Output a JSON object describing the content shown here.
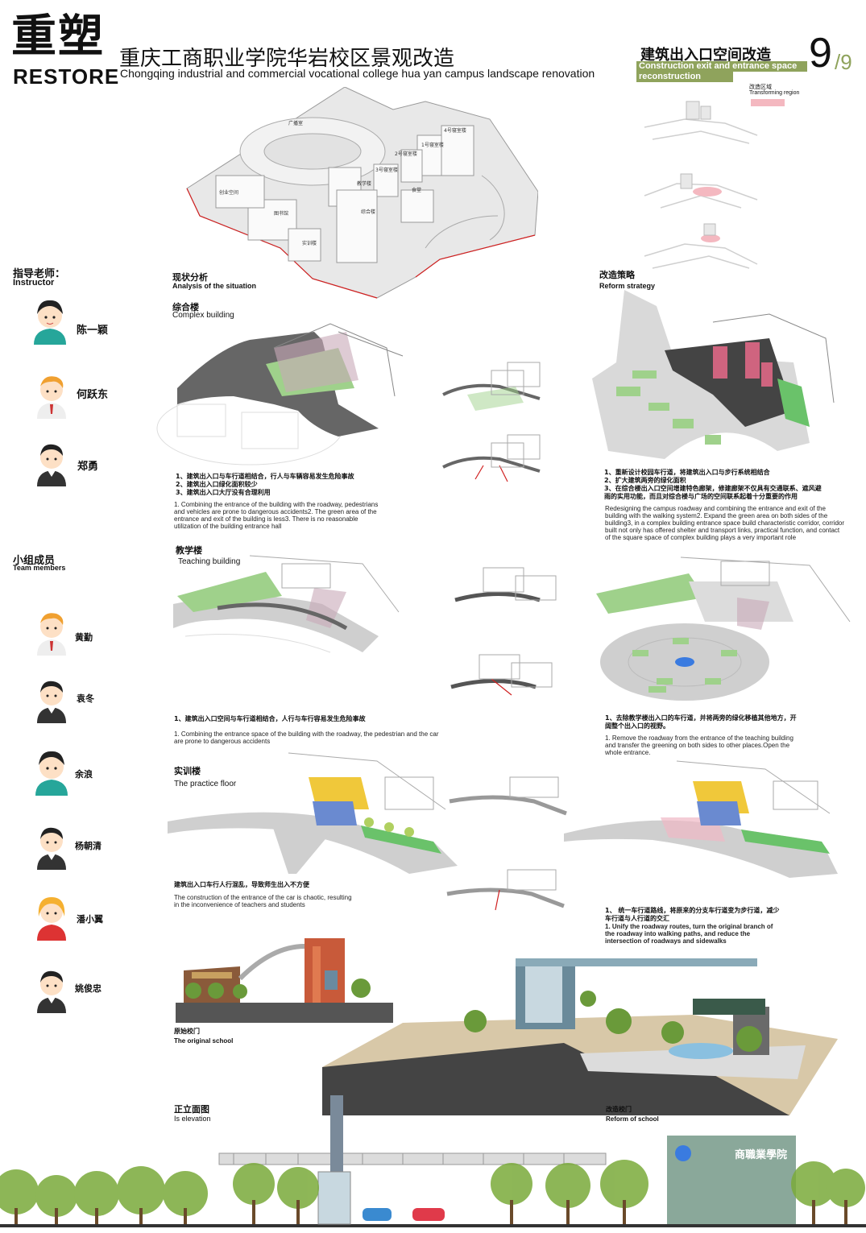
{
  "header": {
    "title_big": "重塑",
    "restore": "RESTORE",
    "project_cn": "重庆工商职业学院华岩校区景观改造",
    "project_en": "Chongqing industrial and commercial vocational college hua yan campus landscape renovation",
    "section_cn": "建筑出入口空间改造",
    "section_en_line1": "Construction exit and entrance space",
    "section_en_line2": "reconstruction",
    "page_num": "9",
    "page_total": "/9"
  },
  "legend": {
    "title": "改造区域",
    "label": "Transforming region",
    "swatch_color": "#f4b8c0"
  },
  "site_plan": {
    "labels": [
      "广播室",
      "4号寝室楼",
      "1号寝室楼",
      "2号寝室楼",
      "3号寝室楼",
      "教学楼",
      "食堂",
      "创业空间",
      "图书馆",
      "综合楼",
      "实训楼"
    ]
  },
  "instructors": {
    "heading_cn": "指导老师：",
    "heading_en": "Instructor",
    "names": [
      "陈一颖",
      "何跃东",
      "郑勇"
    ]
  },
  "members": {
    "heading_cn": "小组成员",
    "heading_en": "Team members",
    "names": [
      "黄勤",
      "袁冬",
      "余浪",
      "杨朝清",
      "潘小翼",
      "姚俊忠"
    ]
  },
  "analysis": {
    "heading_cn": "现状分析",
    "heading_en": "Analysis of the situation"
  },
  "strategy": {
    "heading_cn": "改造策略",
    "heading_en": "Reform strategy"
  },
  "complex": {
    "title_cn": "综合楼",
    "title_en": "Complex building",
    "problems_cn": [
      "1、建筑出入口与车行道相结合，行人与车辆容易发生危险事故",
      "2、建筑出入口绿化面积较少",
      "3、建筑出入口大厅没有合理利用"
    ],
    "problems_en": "1. Combining the entrance of the building with the roadway, pedestrians and vehicles are prone to dangerous accidents2. The green area of the entrance and exit of the building is less3. There is no reasonable utilization of the building entrance hall",
    "strategy_cn": [
      "1、重新设计校园车行道，将建筑出入口与步行系统相结合",
      "2、扩大建筑两旁的绿化面积",
      "3、在综合楼出入口空间增建特色廊架，修建廊架不仅具有交通联系、遮风避雨的实用功能，而且对综合楼与广场的空间联系起着十分重要的作用"
    ],
    "strategy_en": "Redesigning the campus roadway and combining the entrance and exit of the building with the walking system2. Expand the green area on both sides of the building3, in a complex building entrance space build characteristic corridor, corridor built not only has offered shelter and transport links, practical function, and contact of the square space of complex building plays a very important role"
  },
  "teaching": {
    "title_cn": "教学楼",
    "title_en": "Teaching building",
    "problem_cn": "1、建筑出入口空间与车行道相结合，人行与车行容易发生危险事故",
    "problem_en": "1. Combining the entrance space of the building with the roadway, the pedestrian and the car are prone to dangerous accidents",
    "strategy_cn": "1、去除教学楼出入口的车行道，并将两旁的绿化移植其他地方，开阔整个出入口的视野。",
    "strategy_en": "1. Remove the roadway from the entrance of the teaching building and transfer the greening on both sides to other places.Open the whole entrance."
  },
  "practice": {
    "title_cn": "实训楼",
    "title_en": "The practice floor",
    "problem_cn": "建筑出入口车行人行混乱，导致师生出入不方便",
    "problem_en": "The construction of the entrance of the car is chaotic, resulting in the inconvenience of teachers and students",
    "strategy_cn": "1、 统一车行道路线，将原来的分支车行道变为步行道，减少车行道与人行道的交汇",
    "strategy_en": "1. Unify the roadway routes, turn the original branch of the roadway into walking paths, and reduce the intersection of roadways and sidewalks"
  },
  "gate": {
    "original_cn": "原始校门",
    "original_en": "The original school",
    "reform_cn": "改造校门",
    "reform_en": "Reform of school"
  },
  "elevation": {
    "title_cn": "正立面图",
    "title_en": "Is elevation",
    "sign_text": "商職業學院"
  },
  "colors": {
    "accent_green": "#8fa35c",
    "pink": "#e86a8a",
    "road_gray": "#6b6b6b",
    "grass": "#9fd18b"
  }
}
